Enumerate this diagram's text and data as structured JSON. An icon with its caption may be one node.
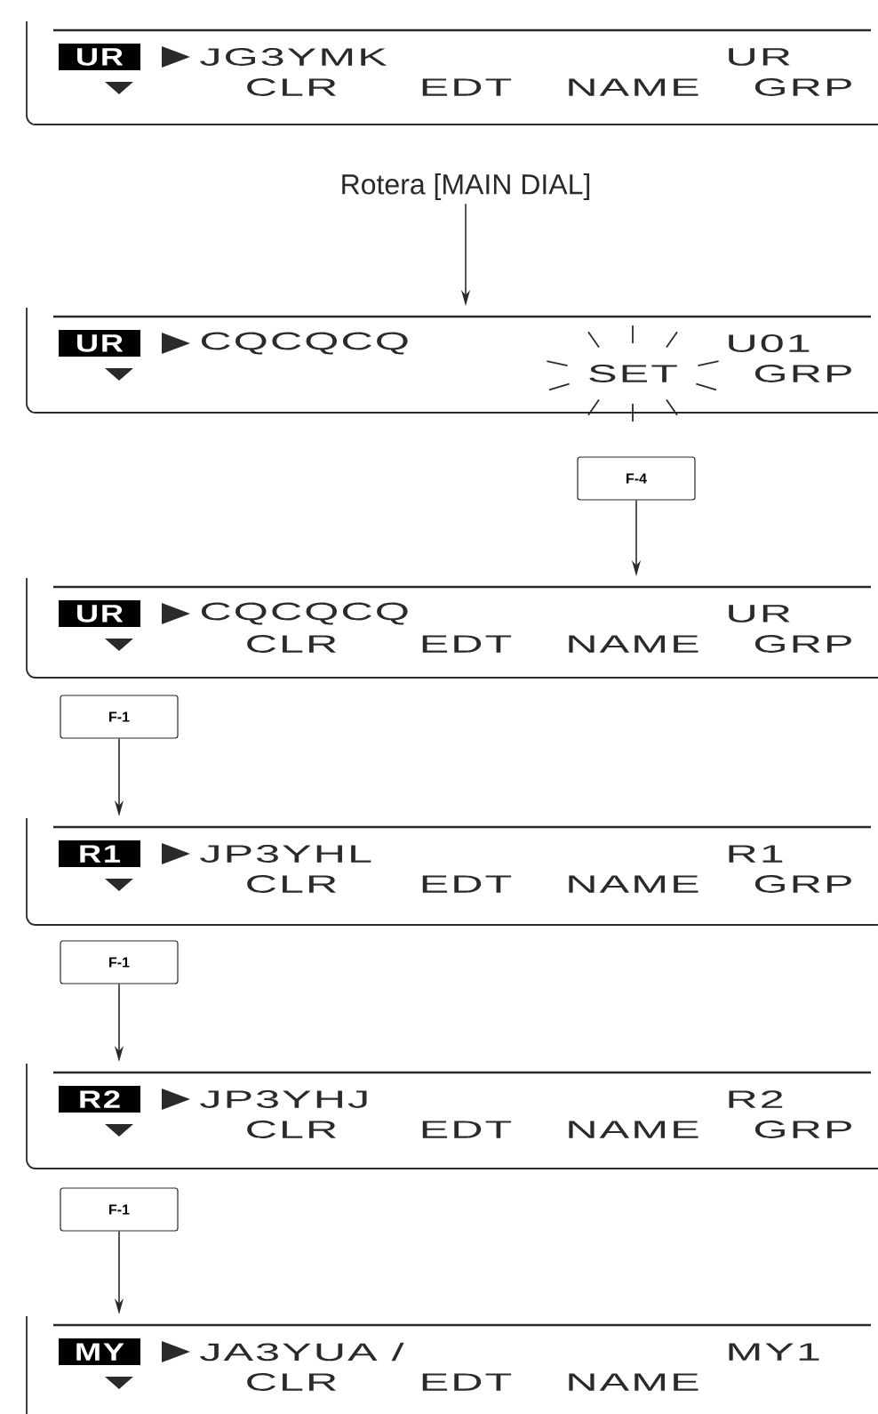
{
  "diagram": {
    "nodes": [
      {
        "text": [
          "UR",
          "JG3YMK",
          "UR",
          "CLR",
          "EDT",
          "NAME",
          "GRP"
        ]
      },
      {
        "text": [
          "Rotera [MAIN DIAL]"
        ]
      },
      {
        "text": [
          "UR",
          "CQCQCQ",
          "U01",
          "SET",
          "GRP"
        ]
      },
      {
        "text": [
          "F-4"
        ]
      },
      {
        "text": [
          "UR",
          "CQCQCQ",
          "UR",
          "CLR",
          "EDT",
          "NAME",
          "GRP"
        ]
      },
      {
        "text": [
          "F-1"
        ]
      },
      {
        "text": [
          "R1",
          "JP3YHL",
          "R1",
          "CLR",
          "EDT",
          "NAME",
          "GRP"
        ]
      },
      {
        "text": [
          "F-1"
        ]
      },
      {
        "text": [
          "R2",
          "JP3YHJ",
          "R2",
          "CLR",
          "EDT",
          "NAME",
          "GRP"
        ]
      },
      {
        "text": [
          "F-1"
        ]
      },
      {
        "text": [
          "MY",
          "JA3YUA /",
          "MY1",
          "CLR",
          "EDT",
          "NAME"
        ]
      }
    ],
    "edges": [
      {
        "from": 1,
        "to": 2,
        "arrow": "to"
      },
      {
        "from": 3,
        "to": 4,
        "arrow": "to"
      },
      {
        "from": 5,
        "to": 6,
        "arrow": "to"
      },
      {
        "from": 7,
        "to": 8,
        "arrow": "to"
      },
      {
        "from": 9,
        "to": 10,
        "arrow": "to"
      }
    ]
  }
}
